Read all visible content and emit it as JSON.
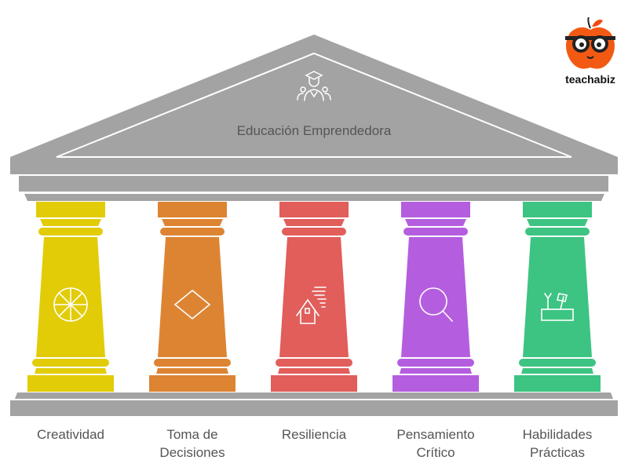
{
  "title": "Educación Emprendedora",
  "title_icon": "graduate-group-icon",
  "logo": {
    "text": "teachabiz",
    "icon": "apple-glasses-icon"
  },
  "colors": {
    "roof": "#A3A3A3",
    "text": "#555555"
  },
  "pillars": [
    {
      "label_line1": "Creatividad",
      "label_line2": "",
      "color": "#E2CC08",
      "icon": "wheel-icon"
    },
    {
      "label_line1": "Toma de",
      "label_line2": "Decisiones",
      "color": "#DD8433",
      "icon": "diamond-icon"
    },
    {
      "label_line1": "Resiliencia",
      "label_line2": "",
      "color": "#E15E5B",
      "icon": "house-wind-icon"
    },
    {
      "label_line1": "Pensamiento",
      "label_line2": "Crítico",
      "color": "#B45EDF",
      "icon": "magnifier-icon"
    },
    {
      "label_line1": "Habilidades",
      "label_line2": "Prácticas",
      "color": "#3DC482",
      "icon": "toolbox-icon"
    }
  ]
}
